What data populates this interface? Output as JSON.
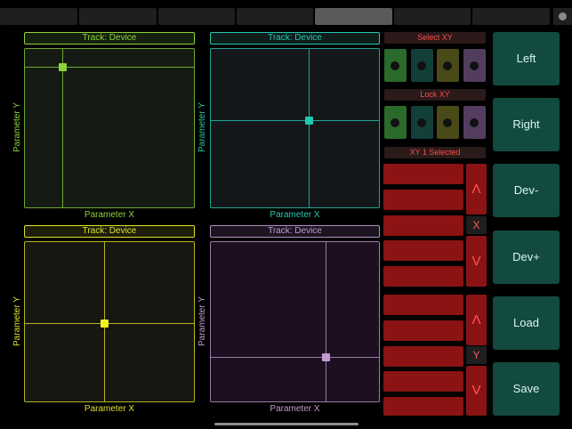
{
  "colors": {
    "green": "#8bd33a",
    "teal": "#22c9b0",
    "yellow": "#e1e12a",
    "purple": "#c39ad0",
    "red": "#8b1313",
    "red_text": "#ff4a4a",
    "button_bg": "#124a40"
  },
  "pads": [
    {
      "title": "Track: Device",
      "xlabel": "Parameter X",
      "ylabel": "Parameter Y",
      "x_value": 0.22,
      "y_value": 0.89
    },
    {
      "title": "Track: Device",
      "xlabel": "Parameter X",
      "ylabel": "Parameter Y",
      "x_value": 0.58,
      "y_value": 0.55
    },
    {
      "title": "Track: Device",
      "xlabel": "Parameter X",
      "ylabel": "Parameter Y",
      "x_value": 0.47,
      "y_value": 0.49
    },
    {
      "title": "Track: Device",
      "xlabel": "Parameter X",
      "ylabel": "Parameter Y",
      "x_value": 0.68,
      "y_value": 0.28
    }
  ],
  "controls": {
    "select_xy": "Select XY",
    "lock_xy": "Lock XY",
    "status": "XY 1 Selected",
    "up_glyph": "Λ",
    "down_glyph": "V",
    "x_axis": "X",
    "y_axis": "Y"
  },
  "buttons": {
    "left": "Left",
    "right": "Right",
    "dev_minus": "Dev-",
    "dev_plus": "Dev+",
    "load": "Load",
    "save": "Save"
  }
}
